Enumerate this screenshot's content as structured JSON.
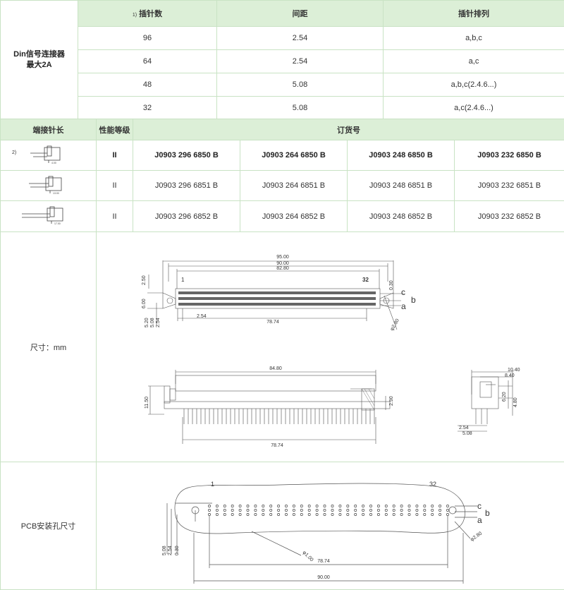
{
  "spec_table": {
    "title_line1": "Din信号连接器",
    "title_line2": "最大2A",
    "headers": {
      "pins_note": "1)",
      "pins": "插针数",
      "pitch": "间距",
      "arrangement": "插针排列"
    },
    "rows": [
      {
        "pins": "96",
        "pitch": "2.54",
        "arrangement": "a,b,c"
      },
      {
        "pins": "64",
        "pitch": "2.54",
        "arrangement": "a,c"
      },
      {
        "pins": "48",
        "pitch": "5.08",
        "arrangement": "a,b,c(2.4.6...)"
      },
      {
        "pins": "32",
        "pitch": "5.08",
        "arrangement": "a,c(2.4.6...)"
      }
    ]
  },
  "order_table": {
    "headers": {
      "length": "端接针长",
      "grade": "性能等级",
      "order": "订货号"
    },
    "rows": [
      {
        "note": "2)",
        "dim": "4.00",
        "grade": "II",
        "codes": [
          "J0903 296 6850 B",
          "J0903 264 6850 B",
          "J0903 248 6850 B",
          "J0903 232 6850 B"
        ]
      },
      {
        "note": "",
        "dim": "13.00",
        "grade": "II",
        "codes": [
          "J0903 296 6851 B",
          "J0903 264 6851 B",
          "J0903 248 6851 B",
          "J0903 232 6851 B"
        ]
      },
      {
        "note": "",
        "dim": "17.00",
        "grade": "II",
        "codes": [
          "J0903 296 6852 B",
          "J0903 264 6852 B",
          "J0903 248 6852 B",
          "J0903 232 6852 B"
        ]
      }
    ]
  },
  "dimensions": {
    "label": "尺寸：mm",
    "top": {
      "d1": "95.00",
      "d2": "90.00",
      "d3": "82.80",
      "pin1": "1",
      "pin32": "32",
      "h1": "2.50",
      "h2": "6.00",
      "v1": "5.20",
      "v2": "5.08",
      "v3": "2.54",
      "pitch": "2.54",
      "span": "78.74",
      "t": "0.30",
      "hole": "φ2.80",
      "c": "c",
      "b": "b",
      "a": "a"
    },
    "side": {
      "w": "84.80",
      "h": "11.50",
      "t": "2.90",
      "span": "78.74"
    },
    "end": {
      "w1": "10.40",
      "w2": "8.40",
      "h1": "6.20",
      "h2": "4.80",
      "p1": "2.54",
      "p2": "5.08"
    }
  },
  "pcb": {
    "label": "PCB安装孔尺寸",
    "pin1": "1",
    "pin32": "32",
    "c": "c",
    "b": "b",
    "a": "a",
    "v1": "5.08",
    "v2": "2.54",
    "v3": "0.30",
    "pin_hole": "φ1.00",
    "mount_hole": "φ2.80",
    "span": "78.74",
    "total": "90.00"
  }
}
